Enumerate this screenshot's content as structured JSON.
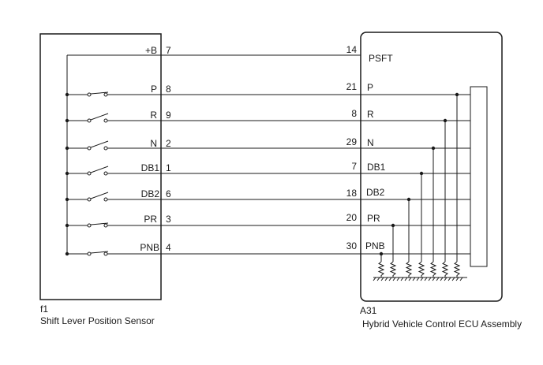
{
  "sensor": {
    "connector": "f1",
    "name": "Shift Lever Position Sensor",
    "pins": [
      {
        "label": "+B",
        "pin": "7"
      },
      {
        "label": "P",
        "pin": "8"
      },
      {
        "label": "R",
        "pin": "9"
      },
      {
        "label": "N",
        "pin": "2"
      },
      {
        "label": "DB1",
        "pin": "1"
      },
      {
        "label": "DB2",
        "pin": "6"
      },
      {
        "label": "PR",
        "pin": "3"
      },
      {
        "label": "PNB",
        "pin": "4"
      }
    ]
  },
  "ecu": {
    "connector": "A31",
    "name": "Hybrid Vehicle Control ECU Assembly",
    "pins": [
      {
        "label": "PSFT",
        "pin": "14"
      },
      {
        "label": "P",
        "pin": "21"
      },
      {
        "label": "R",
        "pin": "8"
      },
      {
        "label": "N",
        "pin": "29"
      },
      {
        "label": "DB1",
        "pin": "7"
      },
      {
        "label": "DB2",
        "pin": "18"
      },
      {
        "label": "PR",
        "pin": "20"
      },
      {
        "label": "PNB",
        "pin": "30"
      }
    ]
  }
}
